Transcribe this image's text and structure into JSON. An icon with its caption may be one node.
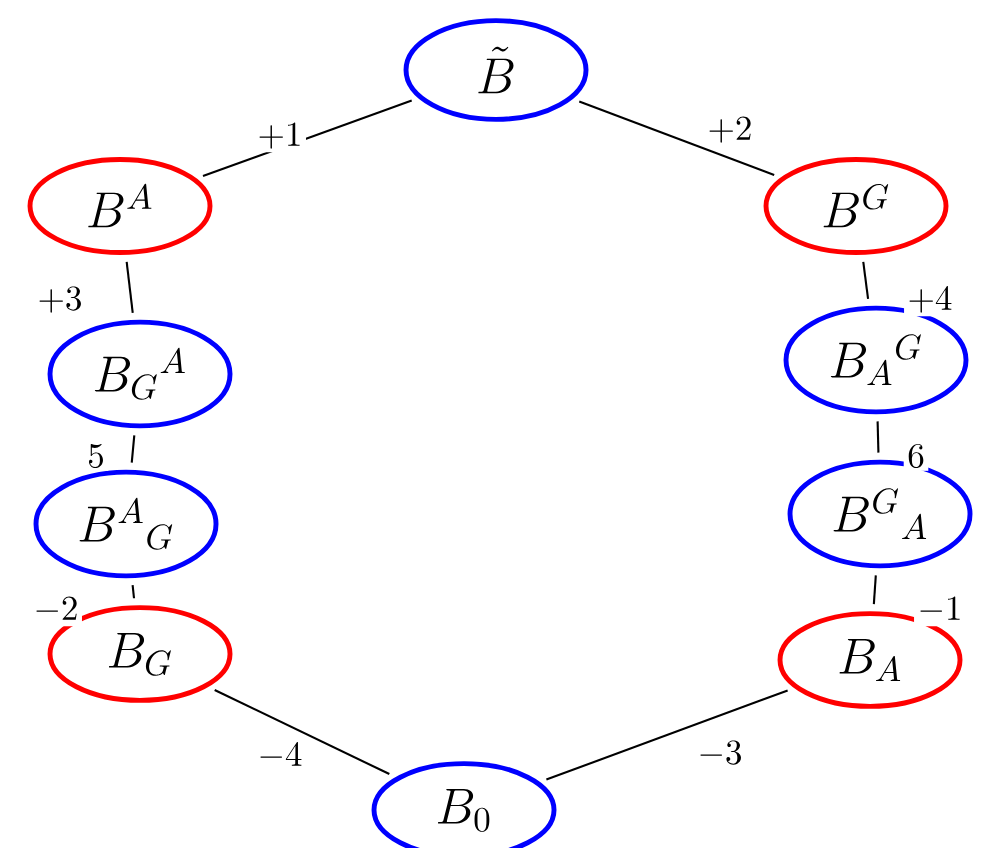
{
  "diagram": {
    "nodes": [
      {
        "text": [
          "\\tilde{B}"
        ]
      },
      {
        "text": [
          "B^{A}"
        ]
      },
      {
        "text": [
          "B^{G}"
        ]
      },
      {
        "text": [
          "B_{G}{}^{A}"
        ]
      },
      {
        "text": [
          "B_{A}{}^{G}"
        ]
      },
      {
        "text": [
          "B^{A}{}_{G}"
        ]
      },
      {
        "text": [
          "B^{G}{}_{A}"
        ]
      },
      {
        "text": [
          "B_{G}"
        ]
      },
      {
        "text": [
          "B_{A}"
        ]
      },
      {
        "text": [
          "B_{0}"
        ]
      }
    ],
    "edges": [
      {
        "from": 0,
        "to": 1,
        "arrow": "none",
        "label": "+1"
      },
      {
        "from": 0,
        "to": 2,
        "arrow": "none",
        "label": "+2"
      },
      {
        "from": 1,
        "to": 3,
        "arrow": "none",
        "label": "+3"
      },
      {
        "from": 2,
        "to": 4,
        "arrow": "none",
        "label": "+4"
      },
      {
        "from": 3,
        "to": 5,
        "arrow": "none",
        "label": "5"
      },
      {
        "from": 4,
        "to": 6,
        "arrow": "none",
        "label": "6"
      },
      {
        "from": 5,
        "to": 7,
        "arrow": "none",
        "label": "-2"
      },
      {
        "from": 6,
        "to": 8,
        "arrow": "none",
        "label": "-1"
      },
      {
        "from": 7,
        "to": 9,
        "arrow": "none",
        "label": "-4"
      },
      {
        "from": 8,
        "to": 9,
        "arrow": "none",
        "label": "-3"
      }
    ]
  }
}
